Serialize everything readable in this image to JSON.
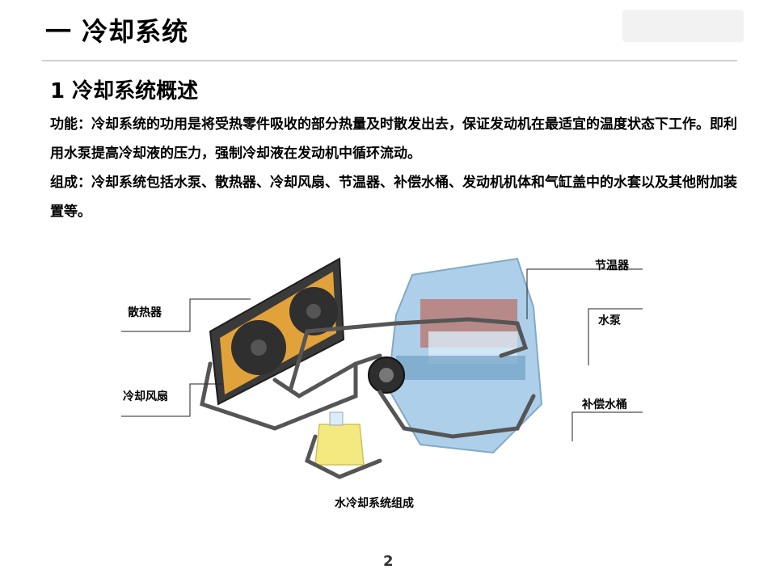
{
  "slide": {
    "title": "一  冷却系统",
    "section_title": "1   冷却系统概述",
    "function_label": "功能",
    "function_text": "：冷却系统的功用是将受热零件吸收的部分热量及时散发出去，保证发动机在最适宜的温度状态下工作。即利用水泵提高冷却液的压力，强制冷却液在发动机中循环流动。",
    "composition_label": "组成",
    "composition_text": "：冷却系统包括水泵、散热器、冷却风扇、节温器、补偿水桶、发动机机体和气缸盖中的水套以及其他附加装置等。",
    "page_number": "2"
  },
  "diagram": {
    "caption": "水冷却系统组成",
    "labels": {
      "radiator": "散热器",
      "fan": "冷却风扇",
      "thermostat": "节温器",
      "pump": "水泵",
      "tank": "补偿水桶"
    }
  },
  "colors": {
    "radiator_frame": "#3a3a3a",
    "radiator_core": "#e2a23a",
    "engine": "#9fc7e6",
    "pipe": "#555555",
    "tank": "#f3e46a",
    "rule": "#d0d0d0"
  }
}
